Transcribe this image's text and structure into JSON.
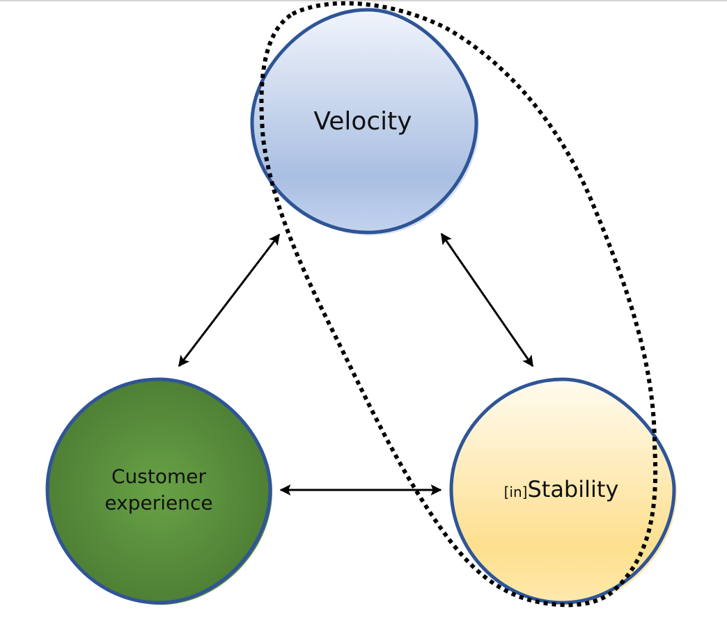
{
  "diagram": {
    "nodes": [
      {
        "id": "velocity",
        "label": "Velocity",
        "prefix": "",
        "fill_top": "#eef2fa",
        "fill_bottom": "#a9bfe2"
      },
      {
        "id": "customer-experience",
        "label_lines": [
          "Customer",
          "experience"
        ],
        "fill_center": "#66a044",
        "fill_edge": "#4e7f34"
      },
      {
        "id": "instability",
        "prefix": "[in]",
        "label": "Stability",
        "fill_top": "#fffaeb",
        "fill_bottom": "#fde091"
      }
    ],
    "edges": [
      {
        "from": "velocity",
        "to": "customer-experience",
        "type": "bidirectional"
      },
      {
        "from": "velocity",
        "to": "instability",
        "type": "bidirectional"
      },
      {
        "from": "customer-experience",
        "to": "instability",
        "type": "bidirectional"
      }
    ],
    "grouping": {
      "members": [
        "velocity",
        "instability"
      ],
      "style": "dotted-outline"
    },
    "colors": {
      "node_outline": "#2f5597",
      "arrow": "#000000",
      "dotted_outline": "#000000"
    }
  }
}
